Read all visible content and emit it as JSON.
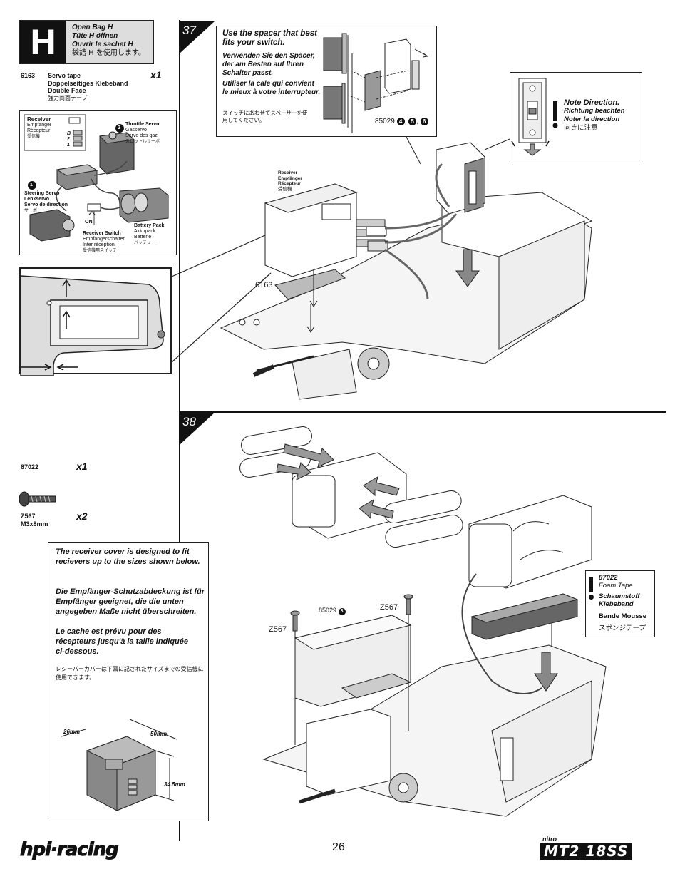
{
  "header": {
    "letter": "H",
    "lines": [
      "Open Bag H",
      "Tüte H öffnen",
      "Ouvrir le sachet H",
      "袋詰 H を使用します。"
    ]
  },
  "parts": [
    {
      "id": "6163",
      "names": [
        "Servo tape",
        "Doppelseitiges Klebeband",
        "Double Face",
        "強力両面テープ"
      ],
      "qty": "x1"
    },
    {
      "id": "87022",
      "names": [],
      "qty": "x1"
    },
    {
      "id": "Z567",
      "names": [
        "M3x8mm"
      ],
      "qty": "x2"
    }
  ],
  "wiring": {
    "receiver": [
      "Receiver",
      "Empfänger",
      "Récepteur",
      "受信機"
    ],
    "channels": [
      "B",
      "2",
      "1"
    ],
    "throttle": [
      "Throttle Servo",
      "Gasservo",
      "Servo des gaz",
      "スロットルサーボ"
    ],
    "steering": [
      "Steering Servo",
      "Lenkservo",
      "Servo de direction",
      "サーボ"
    ],
    "switch": [
      "Receiver Switch",
      "Empfängerschalter",
      "Inter réception",
      "受信機用スイッチ"
    ],
    "battery": [
      "Battery Pack",
      "Akkupack",
      "Batterie",
      "バッテリー"
    ],
    "on": "ON",
    "badge1": "1",
    "badge2": "2"
  },
  "step37": {
    "number": "37",
    "spacer_en": "Use the spacer that best fits your switch.",
    "spacer_de": "Verwenden Sie den Spacer, der am Besten auf Ihren Schalter passt.",
    "spacer_fr": "Utiliser la cale qui convient le mieux à votre interrupteur.",
    "spacer_jp": "スイッチにあわせてスペーサーを使用してください。",
    "spacer_part": "85029",
    "spacer_variants": [
      "4",
      "5",
      "6"
    ],
    "note": [
      "Note Direction.",
      "Richtung beachten",
      "Noter la direction",
      "向きに注意"
    ],
    "receiver_label": [
      "Receiver",
      "Empfänger",
      "Récepteur",
      "受信機"
    ],
    "tape_label": "6163"
  },
  "step38": {
    "number": "38",
    "foam": [
      "87022",
      "Foam Tape",
      "Schaumstoff Klebeband",
      "Bande Mousse",
      "スポンジテープ"
    ],
    "cover_part": "85029",
    "cover_variant": "3",
    "screw_left": "Z567",
    "screw_right": "Z567"
  },
  "receiver_note": {
    "en": "The receiver cover is designed to fit recievers up to the sizes shown below.",
    "de": "Die Empfänger-Schutzabdeckung ist für Empfänger geeignet, die die unten angegeben Maße nicht überschreiten.",
    "fr": "Le cache est prévu pour des récepteurs jusqu'à la taille indiquée ci-dessous.",
    "jp": "レシーバーカバーは下図に記されたサイズまでの受信機に使用できます。",
    "dim_a": "26mm",
    "dim_b": "50mm",
    "dim_c": "34.5mm"
  },
  "footer": {
    "brand": "hpi·racing",
    "page": "26",
    "model_prefix": "nitro",
    "model": "MT2 18SS"
  }
}
